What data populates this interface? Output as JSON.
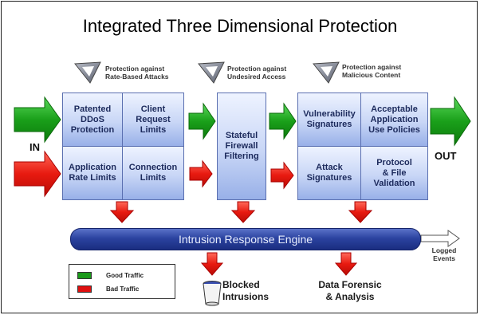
{
  "title": "Integrated Three Dimensional Protection",
  "protections": [
    {
      "line1": "Protection against",
      "line2": "Rate-Based Attacks"
    },
    {
      "line1": "Protection against",
      "line2": "Undesired Access"
    },
    {
      "line1": "Protection against",
      "line2": "Malicious Content"
    }
  ],
  "in_label": "IN",
  "out_label": "OUT",
  "block1": [
    [
      "Patented",
      "DDoS",
      "Protection"
    ],
    [
      "Client",
      "Request",
      "Limits"
    ],
    [
      "Application",
      "Rate Limits"
    ],
    [
      "Connection",
      "Limits"
    ]
  ],
  "block2": [
    "Stateful",
    "Firewall",
    "Filtering"
  ],
  "block3": [
    [
      "Vulnerability",
      "Signatures"
    ],
    [
      "Acceptable",
      "Application",
      "Use Policies"
    ],
    [
      "Attack",
      "Signatures"
    ],
    [
      "Protocol",
      "& File",
      "Validation"
    ]
  ],
  "engine_label": "Intrusion Response Engine",
  "logged": [
    "Logged",
    "Events"
  ],
  "blocked": [
    "Blocked",
    "Intrusions"
  ],
  "forensic": [
    "Data Forensic",
    "& Analysis"
  ],
  "legend": [
    {
      "label": "Good Traffic",
      "color": "#1a9a1a"
    },
    {
      "label": "Bad Traffic",
      "color": "#e01010"
    }
  ],
  "colors": {
    "good": "#1a9a1a",
    "bad": "#e01010",
    "engine": "#2b43a0"
  }
}
